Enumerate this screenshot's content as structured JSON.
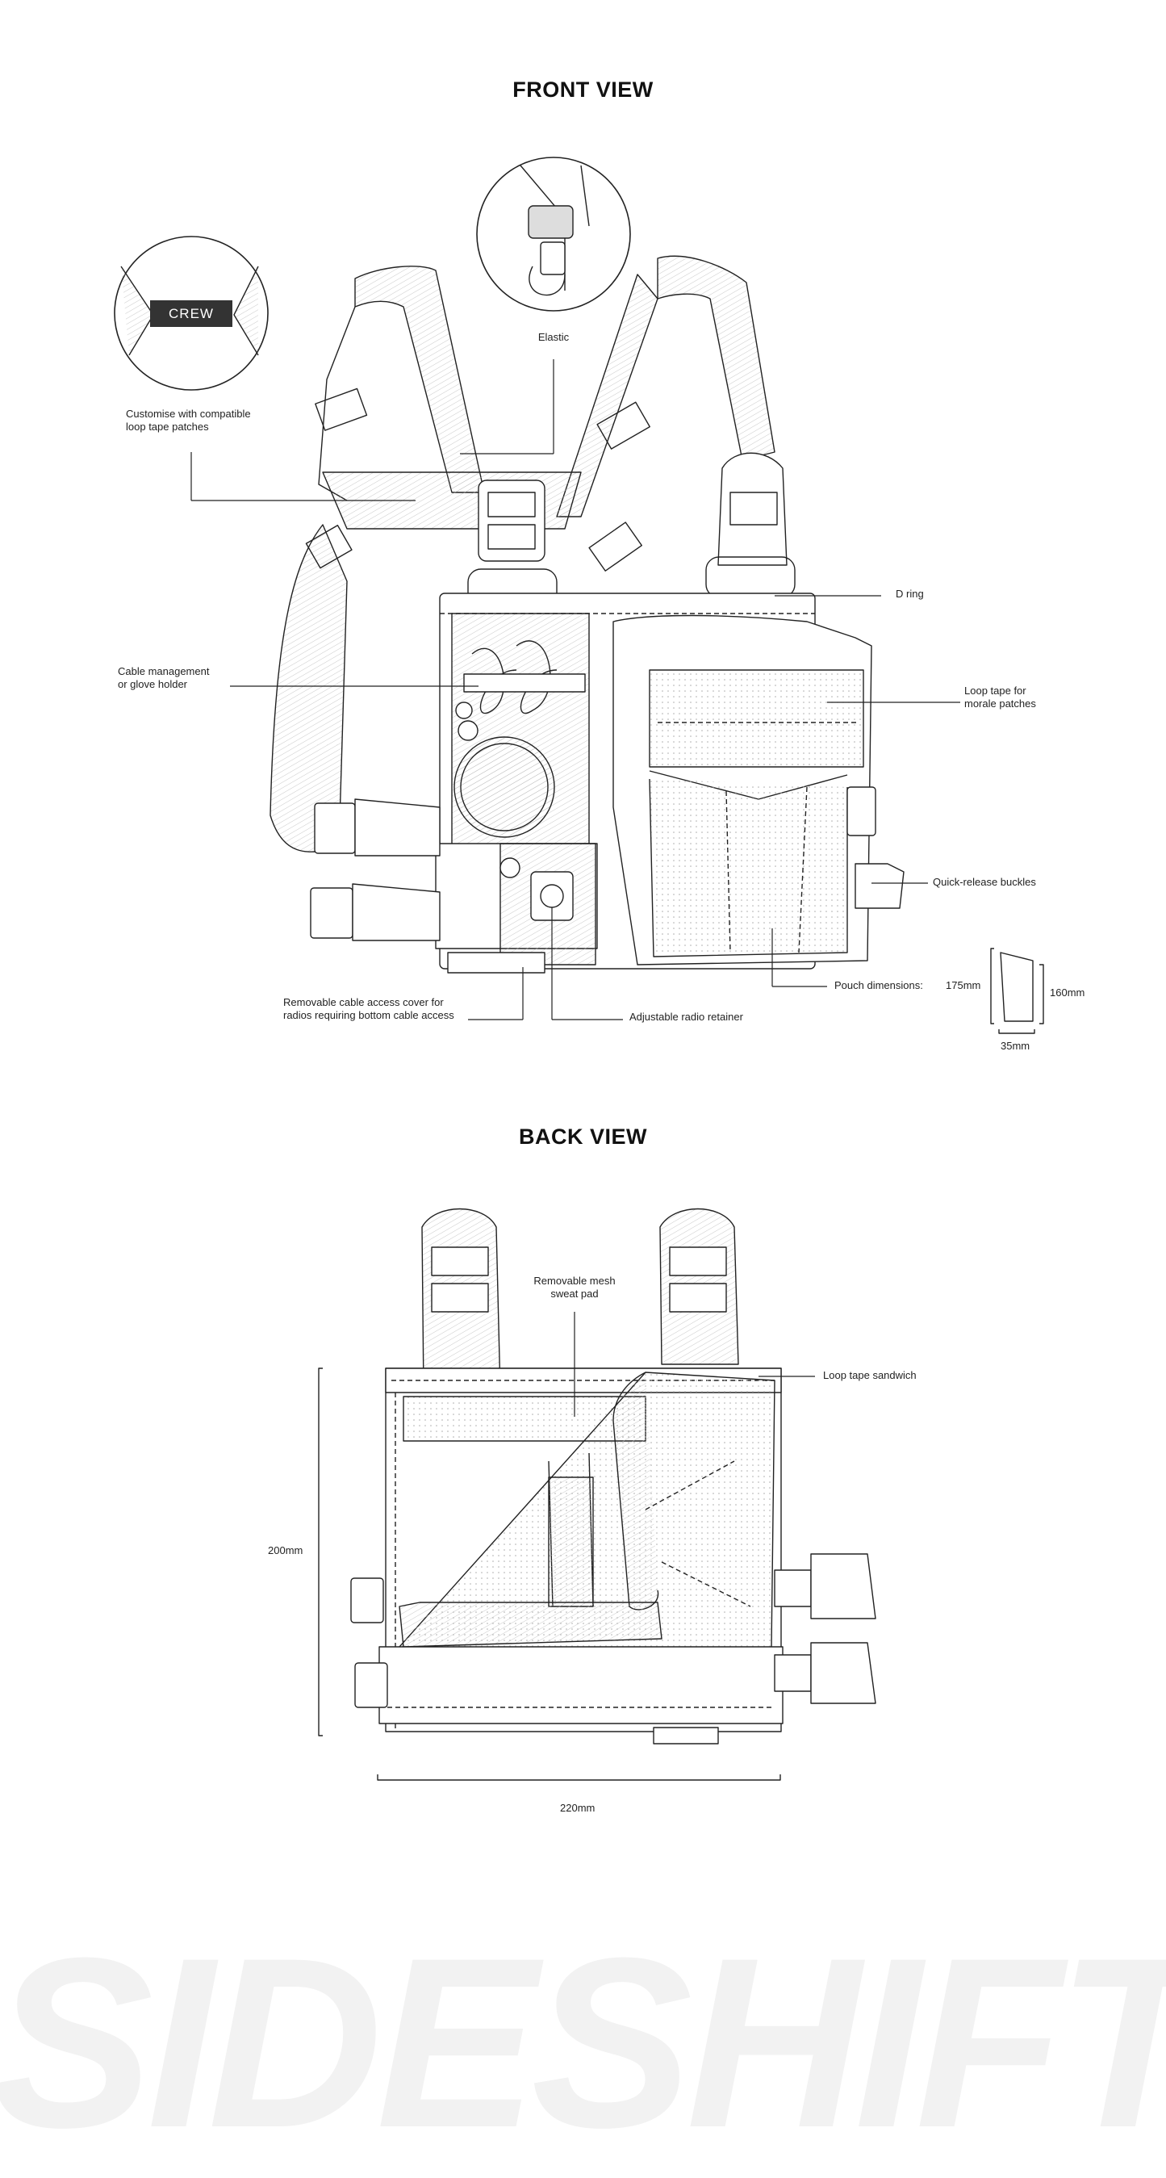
{
  "views": {
    "front": {
      "title": "FRONT VIEW",
      "callouts": {
        "elastic": "Elastic",
        "patches": "Customise with compatible\nloop tape patches",
        "patch_text": "CREW",
        "d_ring": "D ring",
        "cable_mgmt": "Cable management\nor glove holder",
        "loop_tape_morale": "Loop tape for\nmorale patches",
        "quick_release": "Quick-release buckles",
        "pouch_dims": "Pouch dimensions:",
        "cable_cover": "Removable cable access cover for\nradios requiring bottom cable access",
        "radio_retainer": "Adjustable radio retainer"
      },
      "pouch_dimensions": {
        "height": "175mm",
        "height_back": "160mm",
        "depth": "35mm"
      }
    },
    "back": {
      "title": "BACK VIEW",
      "callouts": {
        "sweat_pad": "Removable mesh\nsweat pad",
        "loop_sandwich": "Loop tape sandwich"
      },
      "dimensions": {
        "height": "200mm",
        "width": "220mm"
      }
    }
  },
  "watermark": "SIDESHIFT"
}
